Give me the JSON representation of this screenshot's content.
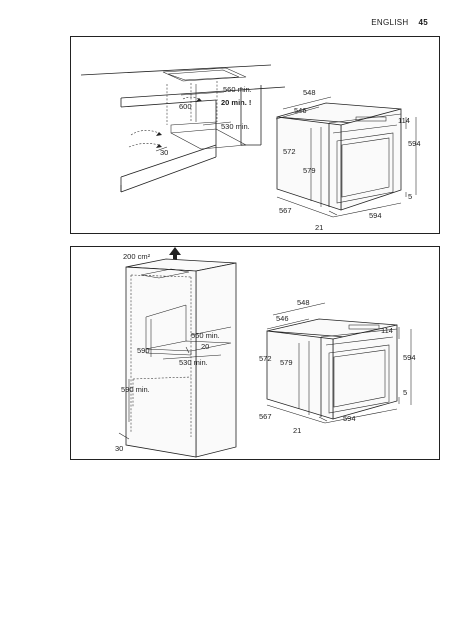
{
  "header": {
    "language": "ENGLISH",
    "page_number": "45"
  },
  "figure_top": {
    "labels": {
      "dim_560_min": "560 min.",
      "dim_20_min": "20 min. !",
      "dim_600": "600",
      "dim_530_min": "530 min.",
      "dim_30": "30",
      "dim_548": "548",
      "dim_546": "546",
      "dim_114": "114",
      "dim_594_right": "594",
      "dim_572": "572",
      "dim_579": "579",
      "dim_5": "5",
      "dim_567": "567",
      "dim_594_bottom": "594",
      "dim_21": "21"
    }
  },
  "figure_bottom": {
    "labels": {
      "dim_200cm2": "200 cm²",
      "dim_590": "590",
      "dim_560_min": "560 min.",
      "dim_20": "20",
      "dim_530_min": "530 min.",
      "dim_590_min": "590 min.",
      "dim_30": "30",
      "dim_548": "548",
      "dim_546": "546",
      "dim_114": "114",
      "dim_572": "572",
      "dim_579": "579",
      "dim_594_right": "594",
      "dim_5": "5",
      "dim_567": "567",
      "dim_21": "21",
      "dim_594_bottom": "594"
    }
  }
}
